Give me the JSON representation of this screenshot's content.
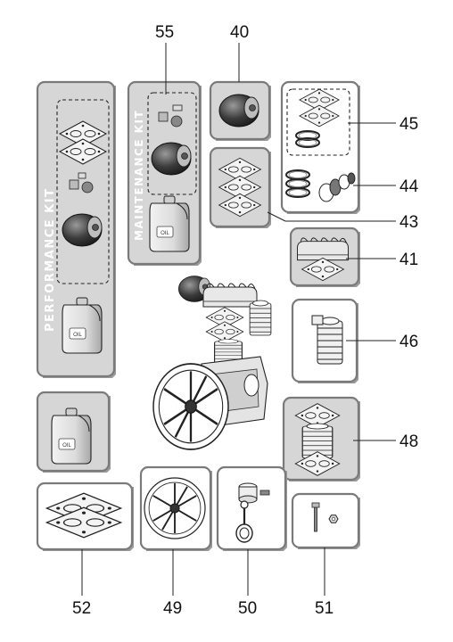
{
  "callouts": {
    "n40": "40",
    "n41": "41",
    "n43": "43",
    "n44": "44",
    "n45": "45",
    "n46": "46",
    "n48": "48",
    "n49": "49",
    "n50": "50",
    "n51": "51",
    "n52": "52",
    "n55": "55"
  },
  "kits": {
    "performance": "PERFORMANCE KIT",
    "maintenance": "MAINTENANCE KIT"
  },
  "icons": [
    "air-filter-icon",
    "gasket-icon",
    "piston-ring-icon",
    "oil-bottle-icon",
    "cylinder-icon",
    "flywheel-icon",
    "connecting-rod-icon",
    "bolt-icon",
    "compressor-pump-icon"
  ]
}
